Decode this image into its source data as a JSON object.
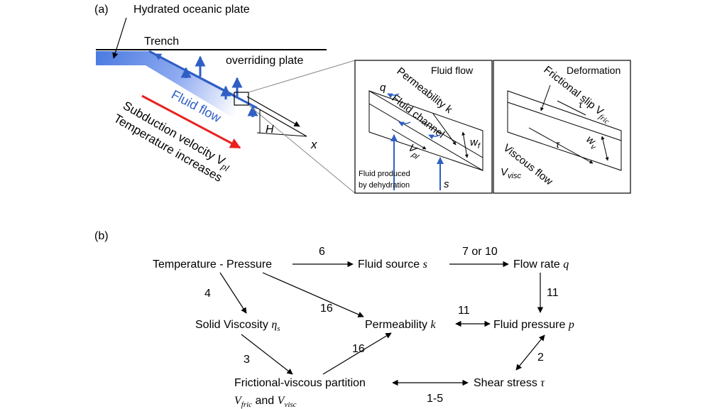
{
  "panel_a": {
    "label": "(a)",
    "hydrated_plate": "Hydrated oceanic plate",
    "trench": "Trench",
    "overriding_plate": "overriding plate",
    "fluid_flow": "Fluid flow",
    "subduction_velocity": "Subduction velocity V",
    "subduction_velocity_sub": "pl",
    "temperature_increases": "Temperature increases",
    "thickness": "H",
    "x_axis": "x",
    "inset_fluid": {
      "title": "Fluid flow",
      "permeability": "Permeability k",
      "fluid_channel": "Fluid channel",
      "q": "q",
      "wf": "w",
      "wf_sub": "f",
      "vpl": "V",
      "vpl_sub": "pl",
      "produced_line1": "Fluid produced",
      "produced_line2": "by dehydration",
      "s": "s"
    },
    "inset_deformation": {
      "title": "Deformation",
      "frictional_slip": "Frictional slip V",
      "frictional_slip_sub": "fric",
      "tau1": "τ",
      "tau2": "τ",
      "wv": "w",
      "wv_sub": "v",
      "viscous_flow": "Viscous flow",
      "vvisc": "V",
      "vvisc_sub": "visc"
    }
  },
  "panel_b": {
    "label": "(b)",
    "nodes": {
      "temperature_pressure": "Temperature - Pressure",
      "fluid_source": "Fluid source ",
      "fluid_source_sym": "s",
      "flow_rate": "Flow rate ",
      "flow_rate_sym": "q",
      "solid_viscosity": "Solid Viscosity ",
      "solid_viscosity_sym": "η",
      "solid_viscosity_sub": "s",
      "permeability": "Permeability ",
      "permeability_sym": "k",
      "fluid_pressure": "Fluid pressure ",
      "fluid_pressure_sym": "p",
      "partition_line1": "Frictional-viscous partition",
      "partition_V1": "V",
      "partition_V1_sub": "fric",
      "partition_and": " and ",
      "partition_V2": "V",
      "partition_V2_sub": "visc",
      "shear_stress": "Shear stress  ",
      "shear_stress_sym": "τ"
    },
    "edge_labels": {
      "tp_to_source": "6",
      "source_to_flow": "7 or 10",
      "flow_to_pressure": "11",
      "perm_pressure": "11",
      "tp_to_viscosity": "4",
      "tp_to_perm": "16",
      "viscosity_to_partition": "3",
      "partition_to_perm": "16",
      "pressure_shear": "2",
      "partition_shear": "1-5"
    }
  },
  "colors": {
    "plate_blue": "#2f5fc4",
    "fluid_blue": "#3a6fd8",
    "velocity_red": "#e8231f"
  }
}
